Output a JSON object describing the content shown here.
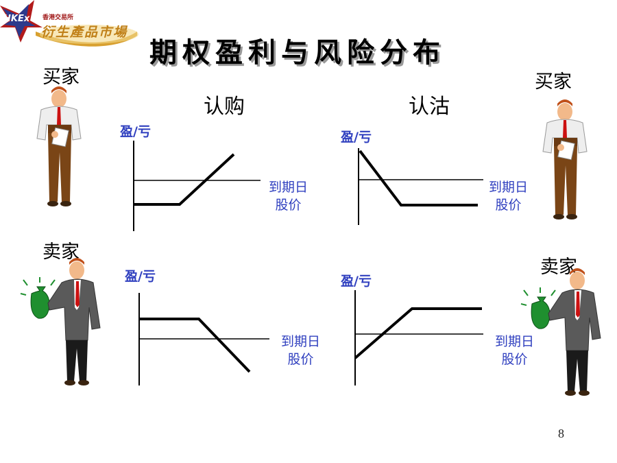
{
  "logo": {
    "mark": "HKEx",
    "line1": "香港交易所",
    "line2": "衍生產品市場"
  },
  "title": "期权盈利与风险分布",
  "headers": {
    "call": "认购",
    "put": "认沽"
  },
  "roles": {
    "buyer_left": "买家",
    "buyer_right": "买家",
    "seller_left": "卖家",
    "seller_right": "卖家"
  },
  "charts": [
    {
      "id": "call-buyer",
      "ylabel": "盈/亏",
      "xlabel_line1": "到期日",
      "xlabel_line2": "股价"
    },
    {
      "id": "put-buyer",
      "ylabel": "盈/亏",
      "xlabel_line1": "到期日",
      "xlabel_line2": "股价"
    },
    {
      "id": "call-seller",
      "ylabel": "盈/亏",
      "xlabel_line1": "到期日",
      "xlabel_line2": "股价"
    },
    {
      "id": "put-seller",
      "ylabel": "盈/亏",
      "xlabel_line1": "到期日",
      "xlabel_line2": "股价"
    }
  ],
  "page_number": "8",
  "colors": {
    "axis_label": "#2f3fbf",
    "tie": "#cc1111",
    "money_bag": "#1f8f2f"
  }
}
